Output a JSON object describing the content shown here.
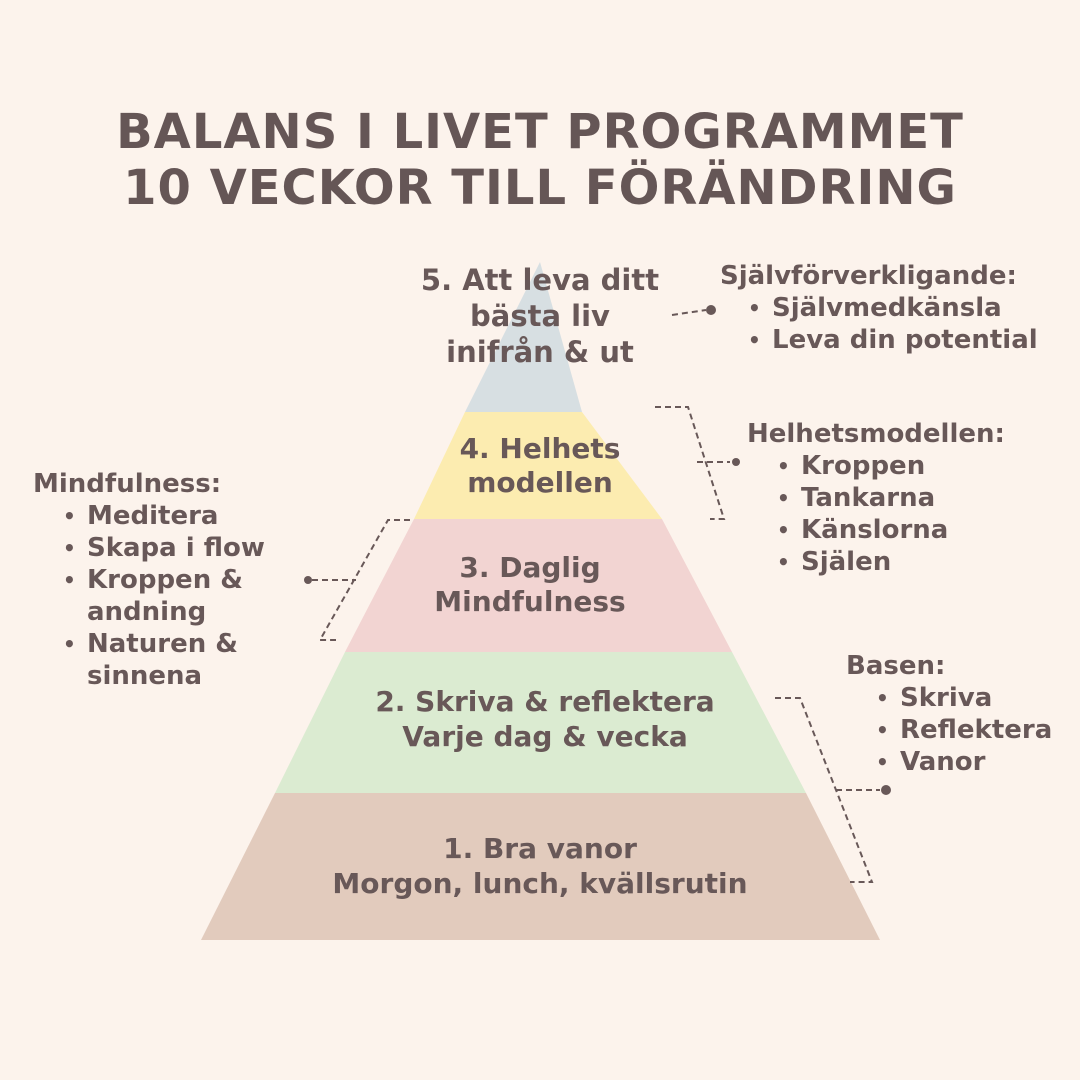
{
  "title": {
    "line1": "BALANS I LIVET PROGRAMMET",
    "line2": "10 VECKOR TILL FÖRÄNDRING"
  },
  "pyramid": {
    "levels": [
      {
        "lines": [
          "5. Att leva ditt",
          "bästa liv",
          "inifrån & ut"
        ],
        "color": "#d7dfe2"
      },
      {
        "lines": [
          "4. Helhets",
          "modellen"
        ],
        "color": "#fcecb0"
      },
      {
        "lines": [
          "3. Daglig",
          "Mindfulness"
        ],
        "color": "#f2d4d2"
      },
      {
        "lines": [
          "2. Skriva & reflektera",
          "Varje dag & vecka"
        ],
        "color": "#dbebd1"
      },
      {
        "lines": [
          "1. Bra vanor",
          "Morgon, lunch, kvällsrutin"
        ],
        "color": "#e2cbbd"
      }
    ]
  },
  "notes": {
    "sjalvforverkligande": {
      "heading": "Självförverkligande:",
      "items": [
        "Självmedkänsla",
        "Leva din potential"
      ]
    },
    "helhetsmodellen": {
      "heading": "Helhetsmodellen:",
      "items": [
        "Kroppen",
        "Tankarna",
        "Känslorna",
        "Själen"
      ]
    },
    "mindfulness": {
      "heading": "Mindfulness:",
      "items": [
        "Meditera",
        "Skapa i flow",
        "Kroppen &",
        "Naturen &"
      ],
      "continuations": [
        "andning",
        "sinnena"
      ]
    },
    "basen": {
      "heading": "Basen:",
      "items": [
        "Skriva",
        "Reflektera",
        "Vanor"
      ]
    }
  },
  "colors": {
    "background": "#fcf3ec",
    "text": "#685858",
    "connector": "#685858"
  }
}
